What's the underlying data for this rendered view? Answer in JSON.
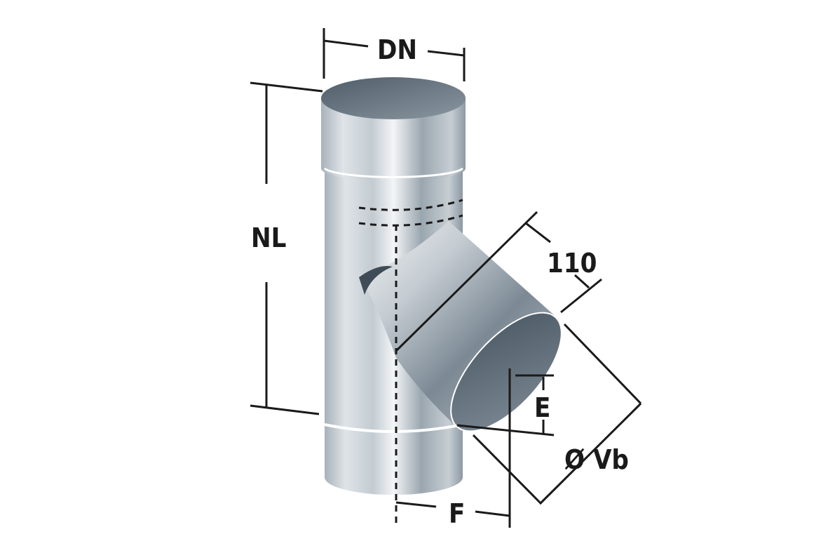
{
  "diagram": {
    "labels": {
      "dn": "DN",
      "nl": "NL",
      "branch_length": "110",
      "e": "E",
      "vb": "Ø Vb",
      "f": "F"
    },
    "colors": {
      "metal_light": "#e8ecef",
      "metal_mid": "#a9b4bd",
      "metal_dark": "#5d6b76",
      "line": "#1a1a1a"
    }
  }
}
